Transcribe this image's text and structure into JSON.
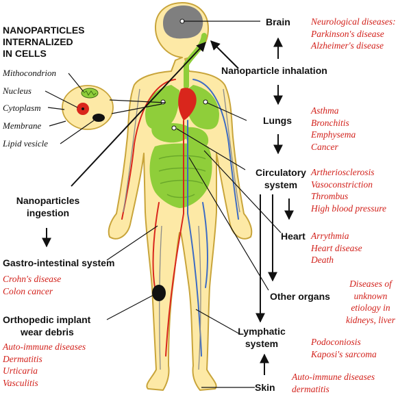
{
  "colors": {
    "body_fill": "#fde9a6",
    "body_outline": "#c8a43a",
    "organ_green": "#8fce3a",
    "brain_gray": "#7f7f7f",
    "disease_red": "#d2211b",
    "artery_red": "#d9261c",
    "vein_blue": "#3c6bc4",
    "nerve_gray": "#8a8a8a",
    "implant_black": "#111111"
  },
  "cells": {
    "title": [
      "NANOPARTICLES",
      "INTERNALIZED",
      "IN CELLS"
    ],
    "parts": [
      "Mithocondrion",
      "Nucleus",
      "Cytoplasm",
      "Membrane",
      "Lipid vesicle"
    ]
  },
  "routes": {
    "inhalation": "Nanoparticle inhalation",
    "ingestion": [
      "Nanoparticles",
      "ingestion"
    ],
    "implant": [
      "Orthopedic implant",
      "wear debris"
    ],
    "skin": "Skin"
  },
  "organs": {
    "brain": "Brain",
    "lungs": "Lungs",
    "circulatory": [
      "Circulatory",
      "system"
    ],
    "heart": "Heart",
    "other": "Other organs",
    "lymphatic": [
      "Lymphatic",
      "system"
    ],
    "gi": "Gastro-intestinal system"
  },
  "diseases": {
    "brain": [
      "Neurological diseases:",
      "Parkinson's disease",
      "Alzheimer's disease"
    ],
    "lungs": [
      "Asthma",
      "Bronchitis",
      "Emphysema",
      "Cancer"
    ],
    "circulatory": [
      "Artheriosclerosis",
      "Vasoconstriction",
      "Thrombus",
      "High blood pressure"
    ],
    "heart": [
      "Arrythmia",
      "Heart disease",
      "Death"
    ],
    "other": [
      "Diseases of",
      "unknown",
      "etiology in",
      "kidneys, liver"
    ],
    "lymphatic": [
      "Podoconiosis",
      "Kaposi's sarcoma"
    ],
    "skin": [
      "Auto-immune diseases",
      "dermatitis"
    ],
    "gi": [
      "Crohn's disease",
      "Colon cancer"
    ],
    "implant": [
      "Auto-immune diseases",
      "Dermatitis",
      "Urticaria",
      "Vasculitis"
    ]
  }
}
